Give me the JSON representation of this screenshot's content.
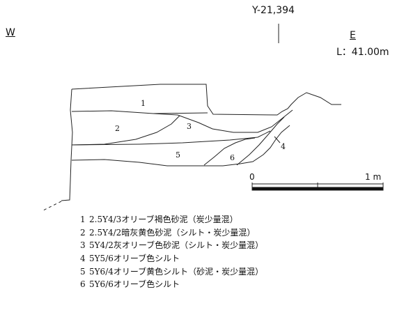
{
  "header": {
    "coordinate": "Y-21,394",
    "west": "W",
    "east": "E",
    "elevation": "L：41.00m"
  },
  "scale": {
    "start_label": "0",
    "end_label": "1 m"
  },
  "layers": [
    {
      "num": "1",
      "description": "2.5Y4/3オリーブ褐色砂泥（炭少量混）"
    },
    {
      "num": "2",
      "description": "2.5Y4/2暗灰黄色砂泥（シルト・炭少量混）"
    },
    {
      "num": "3",
      "description": "5Y4/2灰オリーブ色砂泥（シルト・炭少量混）"
    },
    {
      "num": "4",
      "description": "5Y5/6オリーブ色シルト"
    },
    {
      "num": "5",
      "description": "5Y6/4オリーブ黄色シルト（砂泥・炭少量混）"
    },
    {
      "num": "6",
      "description": "5Y6/6オリーブ色シルト"
    }
  ]
}
